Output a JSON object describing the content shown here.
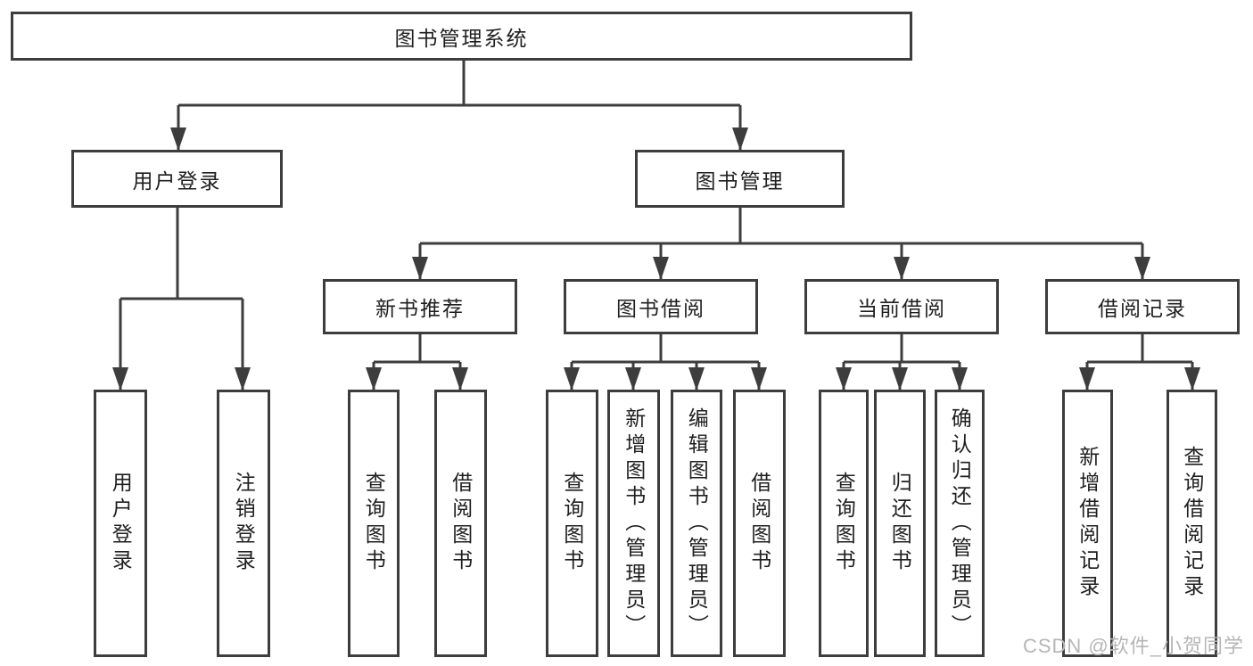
{
  "tree": {
    "label": "图书管理系统",
    "children": [
      {
        "label": "用户登录",
        "children": [
          {
            "label": "用户登录"
          },
          {
            "label": "注销登录"
          }
        ]
      },
      {
        "label": "图书管理",
        "children": [
          {
            "label": "新书推荐",
            "children": [
              {
                "label": "查询图书"
              },
              {
                "label": "借阅图书"
              }
            ]
          },
          {
            "label": "图书借阅",
            "children": [
              {
                "label": "查询图书"
              },
              {
                "label": "新增图书（管理员）"
              },
              {
                "label": "编辑图书（管理员）"
              },
              {
                "label": "借阅图书"
              }
            ]
          },
          {
            "label": "当前借阅",
            "children": [
              {
                "label": "查询图书"
              },
              {
                "label": "归还图书"
              },
              {
                "label": "确认归还（管理员）"
              }
            ]
          },
          {
            "label": "借阅记录",
            "children": [
              {
                "label": "新增借阅记录"
              },
              {
                "label": "查询借阅记录"
              }
            ]
          }
        ]
      }
    ]
  },
  "watermark": {
    "text": "CSDN @软件_小贺同学"
  },
  "colors": {
    "line": "#3d3d3d",
    "text": "#1f1f1f",
    "watermark": "#b6b6b6",
    "background": "#ffffff"
  }
}
